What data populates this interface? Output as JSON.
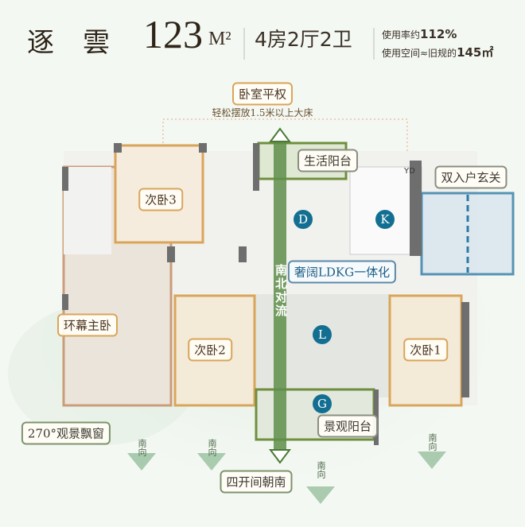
{
  "header": {
    "name_char1": "逐",
    "name_char2": "雲",
    "area_number": "123",
    "area_unit": "M²",
    "layout": "4房2厅2卫",
    "usage_rate_label": "使用率约",
    "usage_rate_value": "112%",
    "space_label": "使用空间≈旧规的",
    "space_value": "145㎡"
  },
  "callouts": {
    "bedroom_equal": "卧室平权",
    "bedroom_note": "轻松摆放1.5米以上大床",
    "utility_balcony": "生活阳台",
    "double_entrance": "双入户玄关",
    "ldkg": "奢阔LDKG一体化",
    "north_south": "南北对流",
    "view_balcony": "景观阳台",
    "bay_window": "270°观景飘窗",
    "four_south": "四开间朝南"
  },
  "rooms": {
    "bedroom3": "次卧3",
    "master": "环幕主卧",
    "bedroom2": "次卧2",
    "bedroom1": "次卧1"
  },
  "markers": {
    "D": "D",
    "K": "K",
    "L": "L",
    "G": "G",
    "YD": "YD"
  },
  "south_label": "南向",
  "colors": {
    "orange": "#d9a55a",
    "master": "#b4652e",
    "green": "#6f8f3e",
    "blue": "#2f7aa5",
    "badge": "#136f92"
  }
}
